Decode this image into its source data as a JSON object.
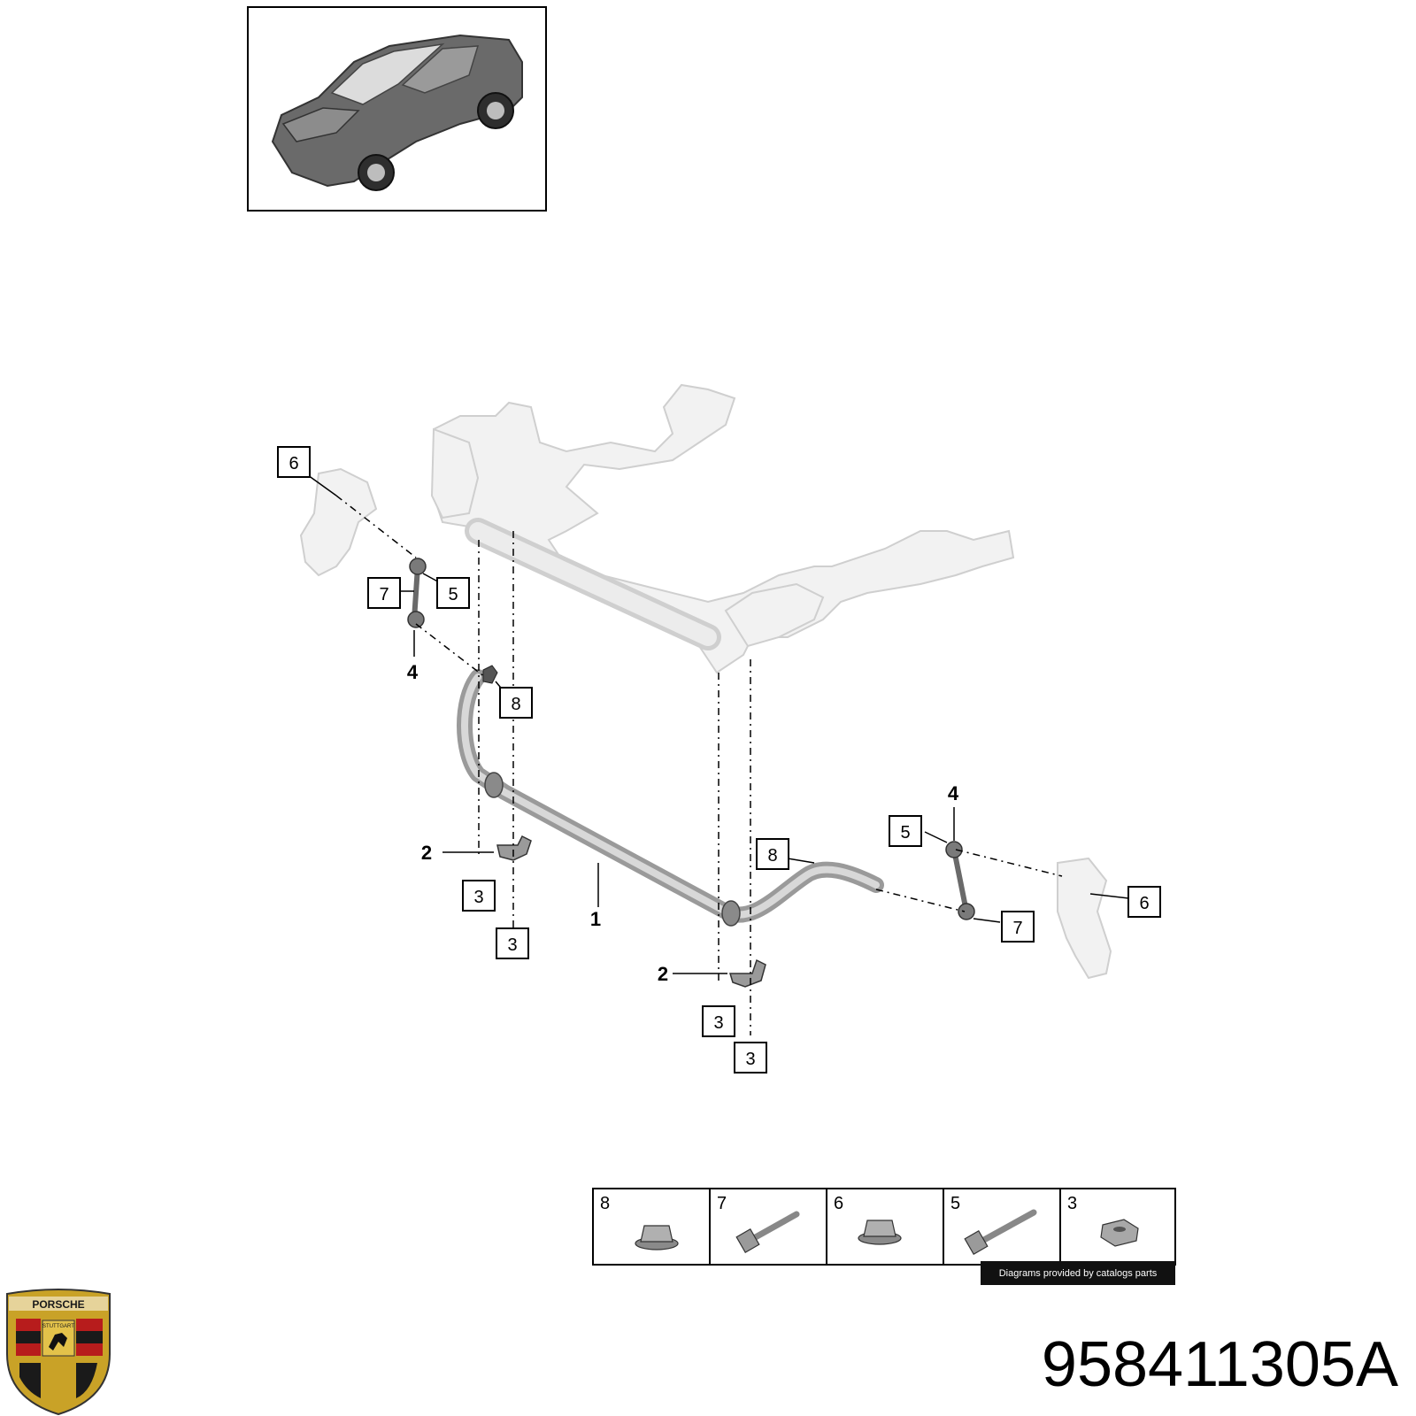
{
  "diagram": {
    "callouts": {
      "c6_left": "6",
      "c7_left": "7",
      "c5_left": "5",
      "c4_left": "4",
      "c8_left": "8",
      "c2_left": "2",
      "c3_left_a": "3",
      "c3_left_b": "3",
      "c1": "1",
      "c4_right": "4",
      "c5_right": "5",
      "c8_right": "8",
      "c6_right": "6",
      "c7_right": "7",
      "c2_right": "2",
      "c3_right_a": "3",
      "c3_right_b": "3"
    },
    "legend": [
      {
        "number": "8",
        "icon": "flange-nut-icon"
      },
      {
        "number": "7",
        "icon": "bolt-icon"
      },
      {
        "number": "6",
        "icon": "flange-nut-icon"
      },
      {
        "number": "5",
        "icon": "bolt-icon"
      },
      {
        "number": "3",
        "icon": "hex-nut-icon"
      }
    ],
    "credit": "Diagrams provided by catalogs parts",
    "part_number": "958411305A",
    "logo": {
      "icon": "porsche-crest-icon",
      "wordmark": "PORSCHE",
      "city": "STUTTGART"
    }
  }
}
